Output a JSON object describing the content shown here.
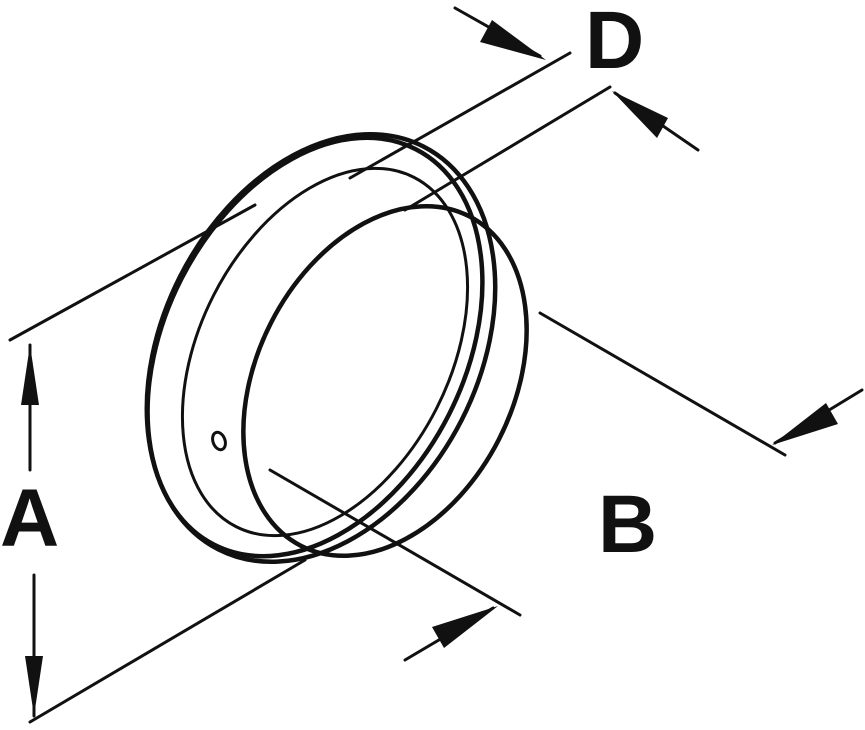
{
  "labels": {
    "A": "A",
    "B": "B",
    "D": "D"
  },
  "colors": {
    "line": "#111111",
    "background": "#ffffff"
  }
}
